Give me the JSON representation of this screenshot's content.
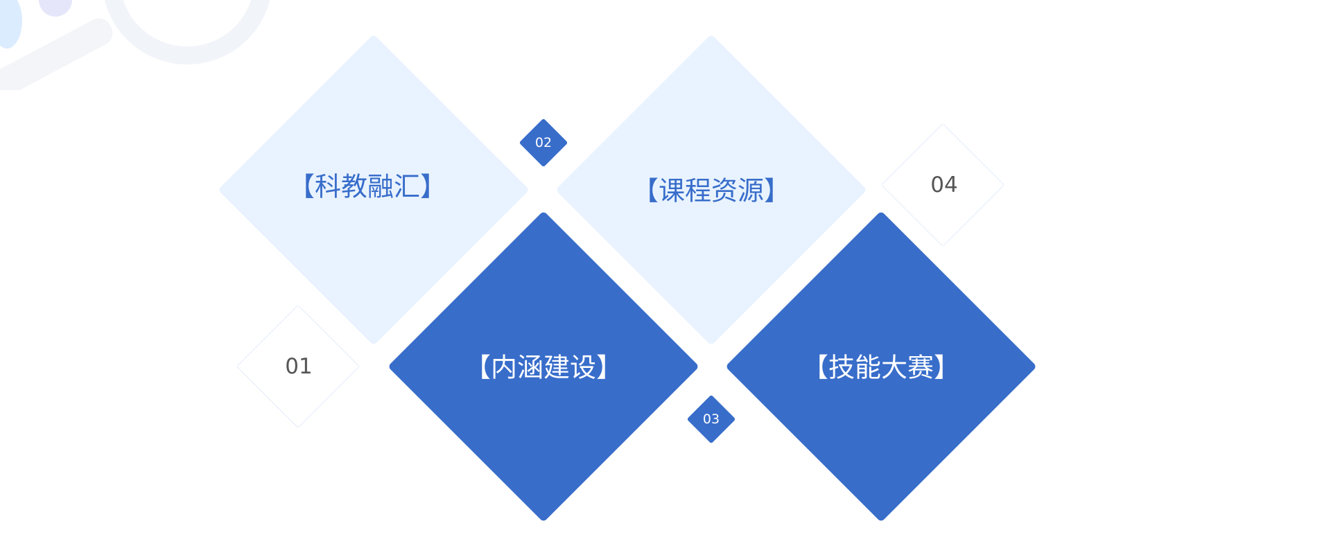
{
  "items": [
    {
      "number": "01",
      "title": "【科教融汇】"
    },
    {
      "number": "02",
      "title": "【内涵建设】"
    },
    {
      "number": "03",
      "title": "【课程资源】"
    },
    {
      "number": "04",
      "title": "【技能大赛】"
    }
  ],
  "colors": {
    "primary": "#386dca",
    "light": "#e9f3ff",
    "outline": "#e3ecf8",
    "number_text": "#555555"
  }
}
